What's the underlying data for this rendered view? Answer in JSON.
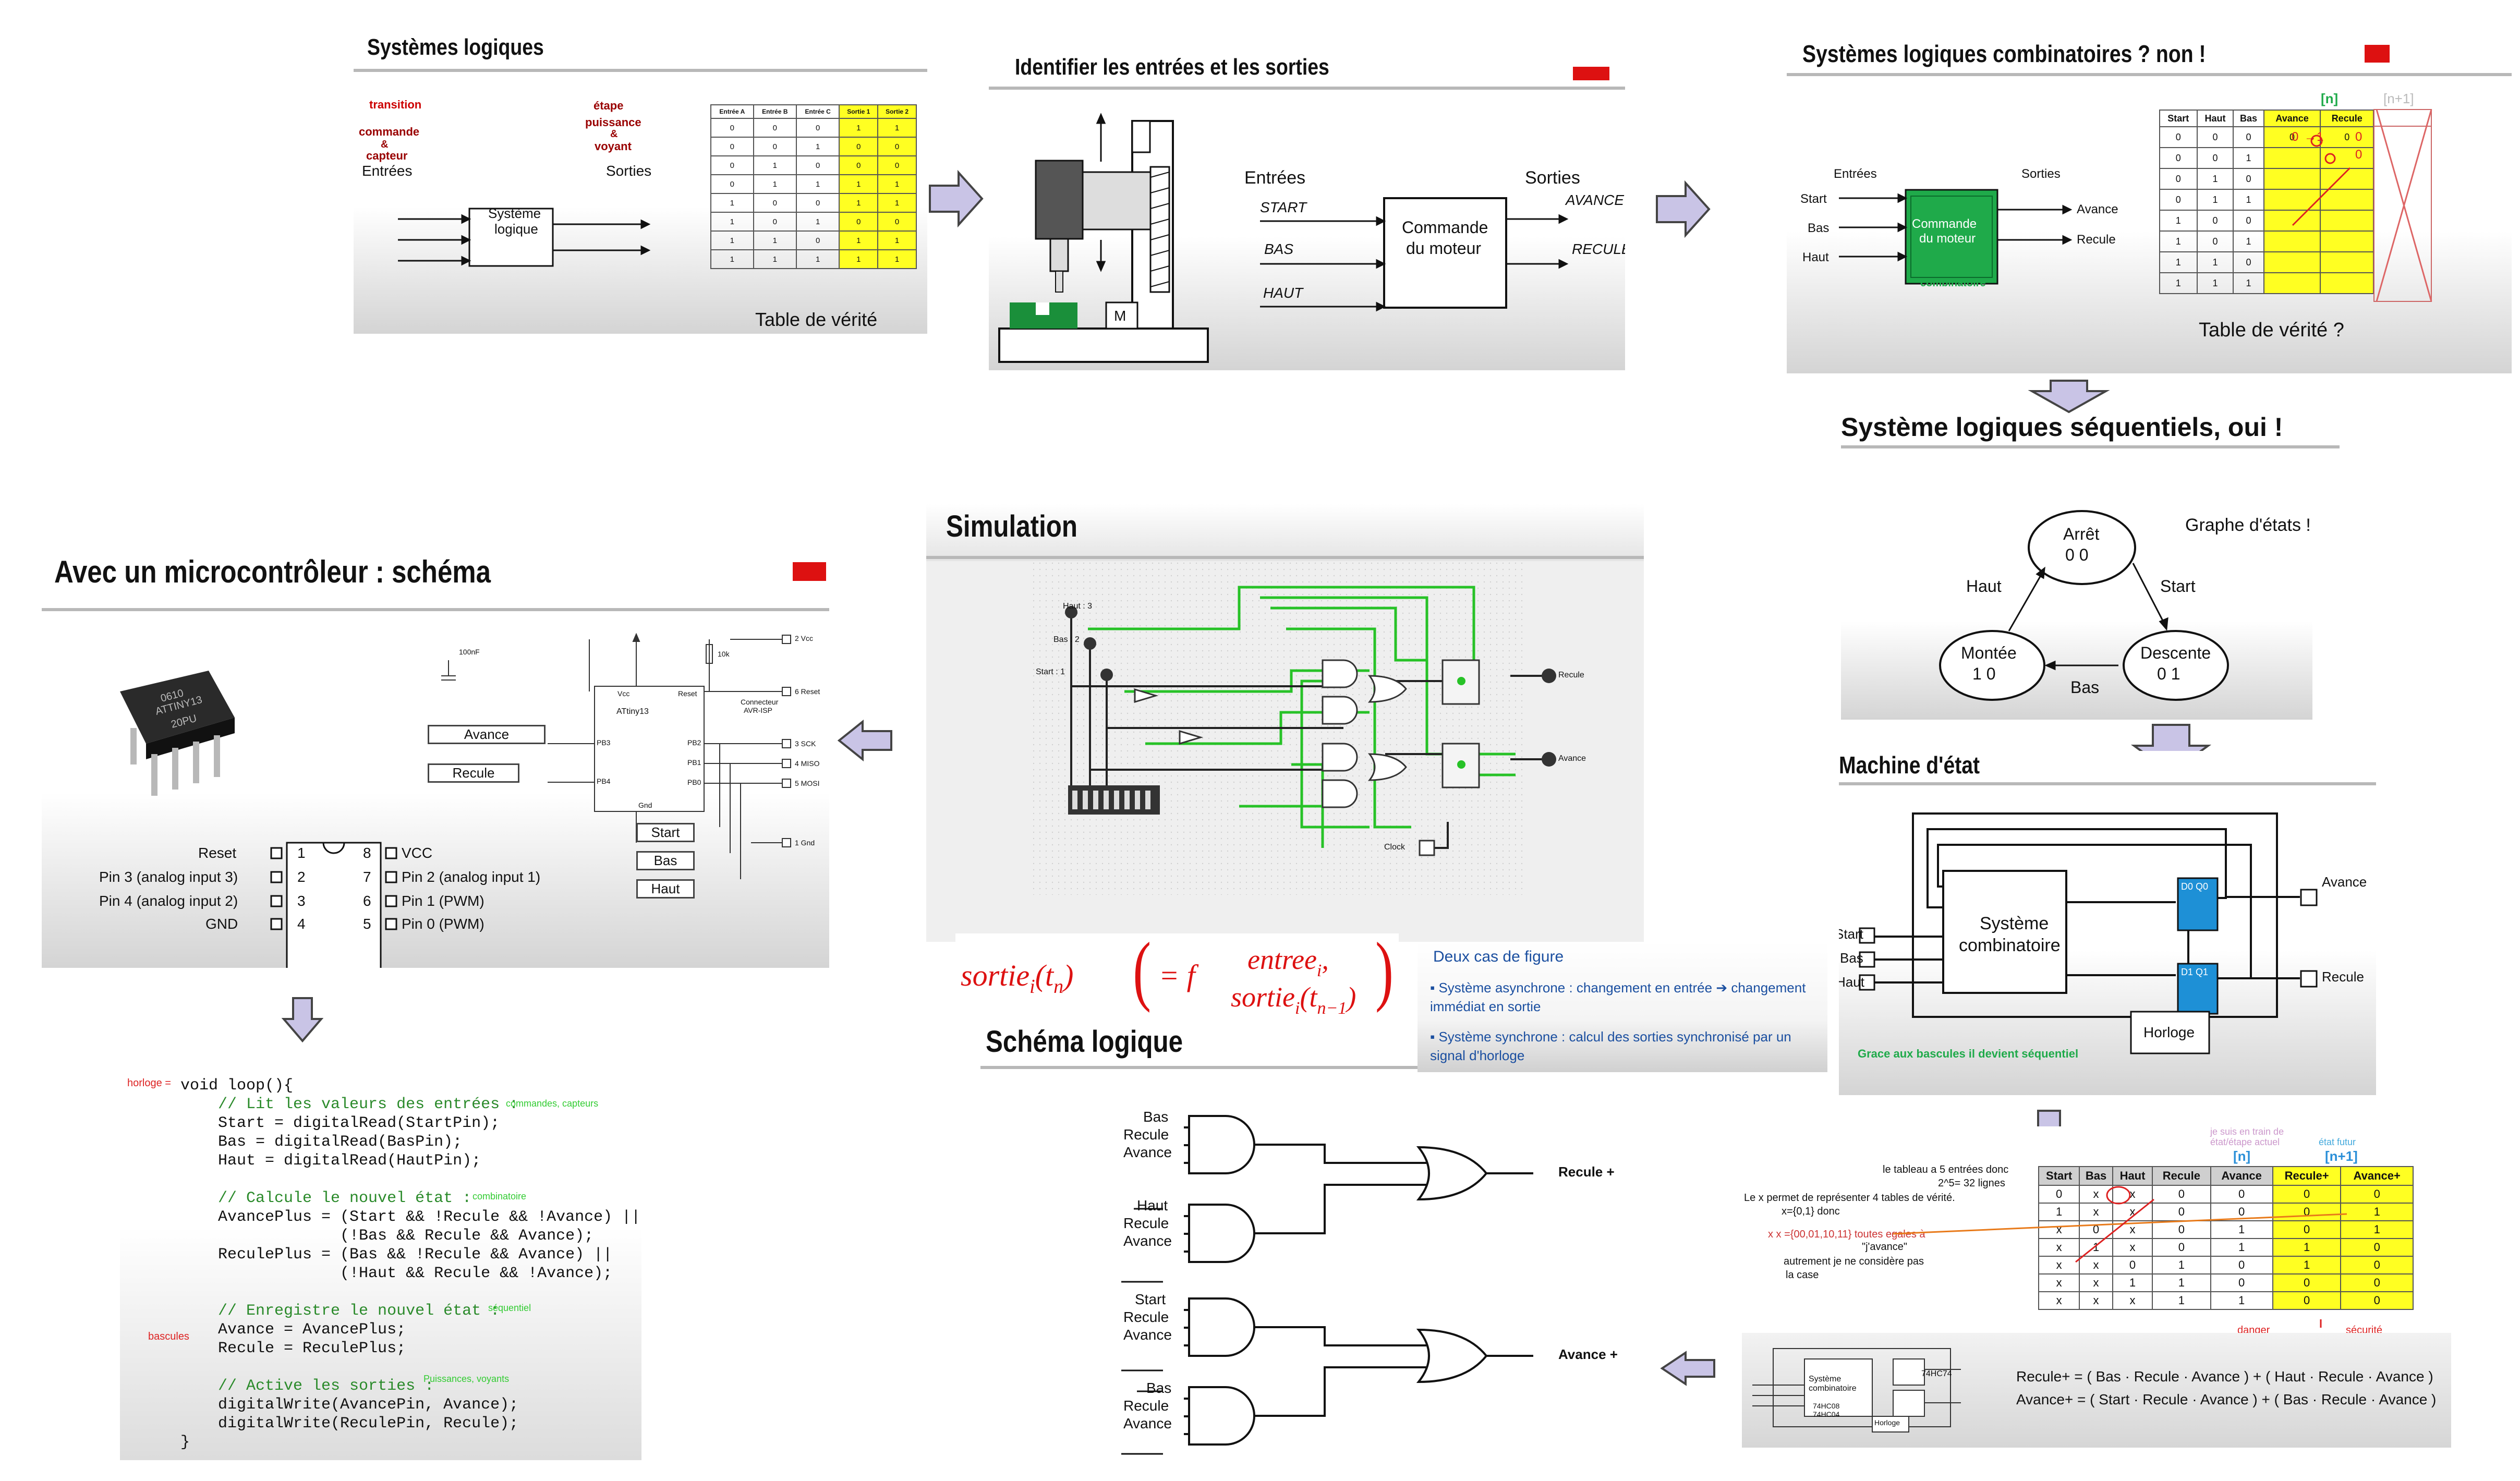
{
  "s1": {
    "title": "Systèmes logiques",
    "annotations": [
      "transition",
      "commande",
      "&",
      "capteur",
      "étape",
      "puissance",
      "&",
      "voyant"
    ],
    "inputs_label": "Entrées",
    "outputs_label": "Sorties",
    "box_line1": "Système",
    "box_line2": "logique",
    "table_caption": "Table de vérité",
    "table_headers": [
      "Entrée A",
      "Entrée B",
      "Entrée C",
      "Sortie 1",
      "Sortie 2"
    ],
    "table_rows": [
      [
        "0",
        "0",
        "0",
        "1",
        "1"
      ],
      [
        "0",
        "0",
        "1",
        "0",
        "0"
      ],
      [
        "0",
        "1",
        "0",
        "0",
        "0"
      ],
      [
        "0",
        "1",
        "1",
        "1",
        "1"
      ],
      [
        "1",
        "0",
        "0",
        "1",
        "1"
      ],
      [
        "1",
        "0",
        "1",
        "0",
        "0"
      ],
      [
        "1",
        "1",
        "0",
        "1",
        "1"
      ],
      [
        "1",
        "1",
        "1",
        "1",
        "1"
      ]
    ]
  },
  "s2": {
    "title": "Identifier les entrées et les sorties",
    "inputs_label": "Entrées",
    "outputs_label": "Sorties",
    "in_signals": [
      "START",
      "BAS",
      "HAUT"
    ],
    "out_signals": [
      "AVANCE",
      "RECULE"
    ],
    "box_line1": "Commande",
    "box_line2": "du moteur",
    "motor_label": "M"
  },
  "s3": {
    "title": "Systèmes logiques combinatoires ? non !",
    "inputs_label": "Entrées",
    "outputs_label": "Sorties",
    "inputs": [
      "Start",
      "Bas",
      "Haut"
    ],
    "outputs": [
      "Avance",
      "Recule"
    ],
    "box_line1": "Commande",
    "box_line2": "du moteur",
    "combi": "combinatoire",
    "n_label": "[n]",
    "n1_label": "[n+1]",
    "table_caption": "Table de vérité ?",
    "table_headers": [
      "Start",
      "Haut",
      "Bas",
      "Avance",
      "Recule"
    ],
    "table_rows": [
      [
        "0",
        "0",
        "0",
        "0",
        "0"
      ],
      [
        "0",
        "0",
        "1",
        "",
        ""
      ],
      [
        "0",
        "1",
        "0",
        "",
        ""
      ],
      [
        "0",
        "1",
        "1",
        "",
        ""
      ],
      [
        "1",
        "0",
        "0",
        "",
        ""
      ],
      [
        "1",
        "0",
        "1",
        "",
        ""
      ],
      [
        "1",
        "1",
        "0",
        "",
        ""
      ],
      [
        "1",
        "1",
        "1",
        "",
        ""
      ]
    ]
  },
  "seq_title": "Système logiques séquentiels, oui !",
  "graph": {
    "title": "Graphe d'états !",
    "arret": "Arrêt",
    "arret_code": "0  0",
    "montee": "Montée",
    "montee_code": "1  0",
    "descente": "Descente",
    "descente_code": "0  1",
    "haut": "Haut",
    "start": "Start",
    "bas": "Bas"
  },
  "machine": {
    "title": "Machine d'état",
    "box_line1": "Système",
    "box_line2": "combinatoire",
    "inputs": [
      "Start",
      "Bas",
      "Haut"
    ],
    "outputs": [
      "Avance",
      "Recule"
    ],
    "clock": "Horloge",
    "ff1": "D0  Q0",
    "ff2": "D1  Q1",
    "note": "Grace aux bascules il devient séquentiel"
  },
  "micro": {
    "title": "Avec un microcontrôleur : schéma",
    "pins_left": [
      "Reset",
      "Pin 3 (analog input 3)",
      "Pin 4 (analog input 2)",
      "GND"
    ],
    "pins_left_num": [
      "1",
      "2",
      "3",
      "4"
    ],
    "pins_right_num": [
      "8",
      "7",
      "6",
      "5"
    ],
    "pins_right": [
      "VCC",
      "Pin 2 (analog input 1)",
      "Pin 1 (PWM)",
      "Pin 0 (PWM)"
    ],
    "chip_text": "ATtiny13",
    "chip_marking": "0610\nATTINY13\n20PU",
    "labels_out": [
      "Avance",
      "Recule"
    ],
    "labels_in": [
      "Start",
      "Bas",
      "Haut"
    ],
    "pins_sch": [
      "PB3",
      "PB4",
      "PB2",
      "PB1",
      "PB0",
      "Vcc",
      "Reset",
      "Gnd"
    ],
    "conn": [
      "2 Vcc",
      "6 Reset",
      "Connecteur",
      "AVR-ISP",
      "3 SCK",
      "4 MISO",
      "5 MOSI",
      "1 Gnd"
    ],
    "cap": "100nF",
    "res": "10k"
  },
  "sim": {
    "title": "Simulation",
    "haut": "Haut : 3",
    "bas": "Bas : 2",
    "start": "Start : 1",
    "recule": "Recule",
    "avance": "Avance",
    "clock": "Clock"
  },
  "formula": {
    "lhs": "sortie",
    "eq": "= f",
    "top": "entree",
    "bottom": "sortie"
  },
  "cases": {
    "title": "Deux cas de figure",
    "b1": "Système asynchrone : changement en entrée ➔ changement immédiat en sortie",
    "b2": "Système synchrone : calcul des sorties synchronisé par un signal d'horloge"
  },
  "schema": {
    "title": "Schéma logique",
    "g1": [
      "Bas",
      "Recule",
      "Avance"
    ],
    "g2": [
      "Haut",
      "Recule",
      "Avance"
    ],
    "g3": [
      "Start",
      "Recule",
      "Avance"
    ],
    "g4": [
      "Bas",
      "Recule",
      "Avance"
    ],
    "out1": "Recule +",
    "out2": "Avance +"
  },
  "code": {
    "lines": [
      "void loop(){",
      "    // Lit les valeurs des entrées :",
      "    Start = digitalRead(StartPin);",
      "    Bas = digitalRead(BasPin);",
      "    Haut = digitalRead(HautPin);",
      "",
      "    // Calcule le nouvel état :",
      "    AvancePlus = (Start && !Recule && !Avance) ||",
      "                 (!Bas && Recule && Avance);",
      "    ReculePlus = (Bas && !Recule && Avance) ||",
      "                 (!Haut && Recule && !Avance);",
      "",
      "    // Enregistre le nouvel état :",
      "    Avance = AvancePlus;",
      "    Recule = ReculePlus;",
      "",
      "    // Active les sorties :",
      "    digitalWrite(AvancePin, Avance);",
      "    digitalWrite(ReculePin, Recule);",
      "}"
    ],
    "ann_horloge": "horloge =",
    "ann_cmd": "commandes, capteurs",
    "ann_combi": "combinatoire",
    "ann_seq": "séquentiel",
    "ann_bascules": "bascules",
    "ann_puis": "Puissances, voyants"
  },
  "bigtable": {
    "note_state": "je suis en train de\nétat/étape actuel",
    "note_future": "état futur",
    "n_label": "[n]",
    "n1_label": "[n+1]",
    "headers": [
      "Start",
      "Bas",
      "Haut",
      "Recule",
      "Avance",
      "Recule+",
      "Avance+"
    ],
    "rows": [
      [
        "0",
        "x",
        "x",
        "0",
        "0",
        "0",
        "0"
      ],
      [
        "1",
        "x",
        "x",
        "0",
        "0",
        "0",
        "1"
      ],
      [
        "x",
        "0",
        "x",
        "0",
        "1",
        "0",
        "1"
      ],
      [
        "x",
        "1",
        "x",
        "0",
        "1",
        "1",
        "0"
      ],
      [
        "x",
        "x",
        "0",
        "1",
        "0",
        "1",
        "0"
      ],
      [
        "x",
        "x",
        "1",
        "1",
        "0",
        "0",
        "0"
      ],
      [
        "x",
        "x",
        "x",
        "1",
        "1",
        "0",
        "0"
      ]
    ],
    "notes": [
      "le tableau a 5 entrées donc",
      "2^5= 32 lignes",
      "Le x permet de représenter 4 tables de vérité.",
      "x={0,1} donc",
      "x x ={00,01,10,11}  toutes egales à",
      "\"j'avance\"",
      "autrement je ne considère pas",
      "la case"
    ],
    "danger": "danger",
    "securite": "sécurité",
    "eq1": "Recule+ = ( Bas · Recule · Avance ) + ( Haut · Recule · Avance )",
    "eq2": "Avance+ = ( Start · Recule · Avance ) + ( Bas · Recule · Avance )",
    "mini_box": "Système combinatoire",
    "mini_clock": "Horloge",
    "mini_ic": "74HC74",
    "mini_ic2": "74HC08",
    "mini_ic3": "74HC04"
  }
}
